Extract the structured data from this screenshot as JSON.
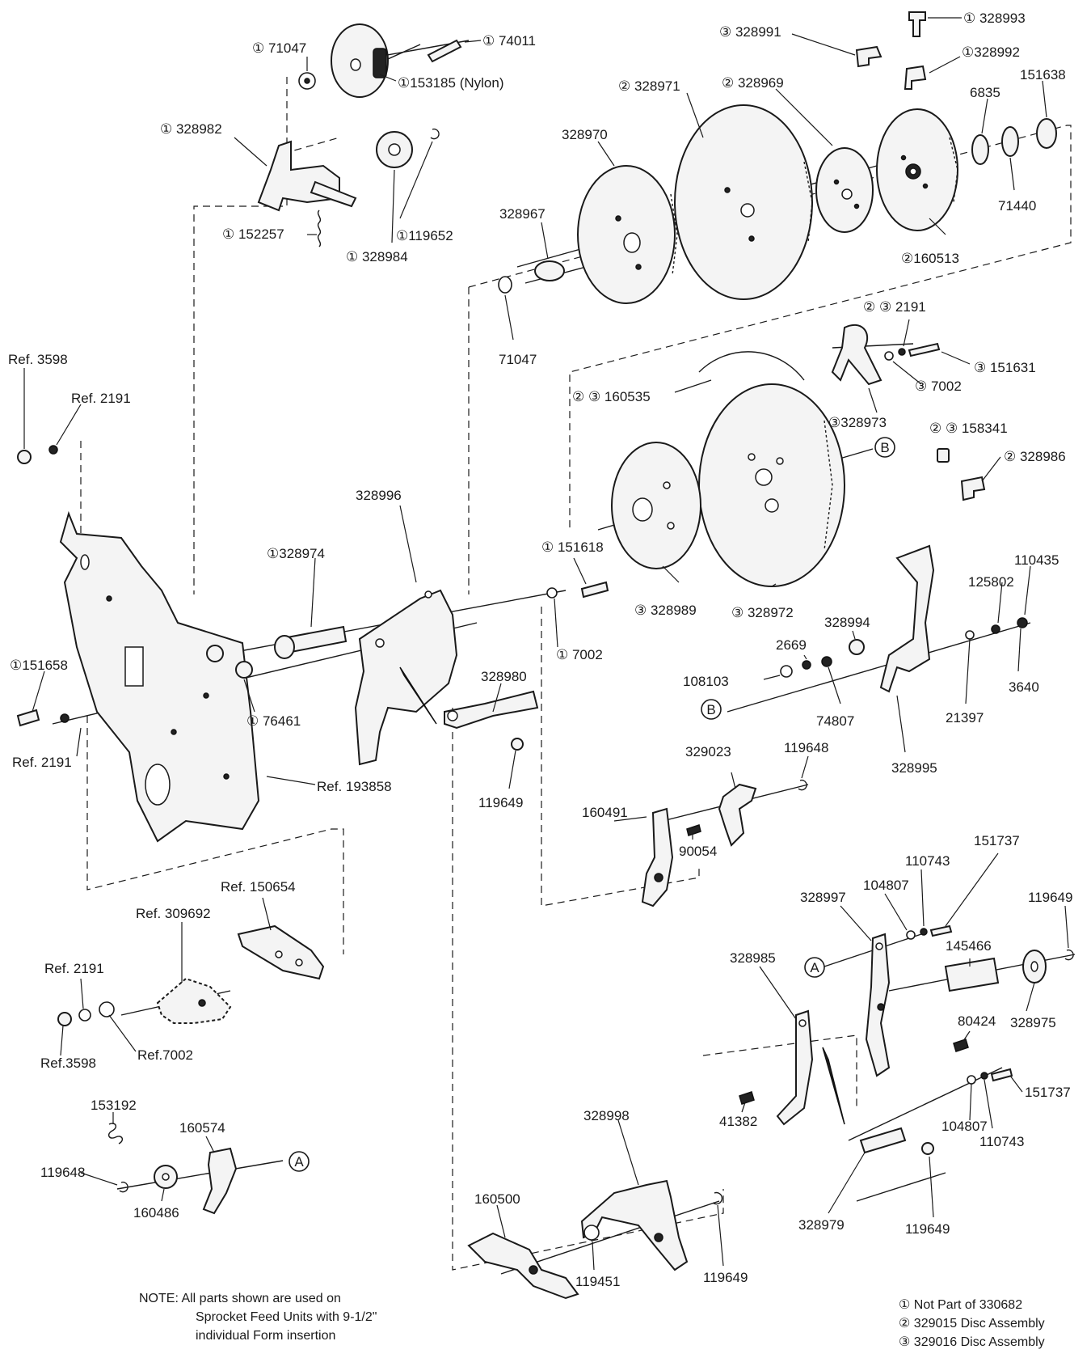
{
  "labels": {
    "l328993": "① 328993",
    "l328991": "③ 328991",
    "l328992": "①328992",
    "l71047a": "① 71047",
    "l74011": "① 74011",
    "l153185": "①153185 (Nylon)",
    "l151638": "151638",
    "l328971": "② 328971",
    "l328969": "② 328969",
    "l6835": "6835",
    "l328982": "① 328982",
    "l328970": "328970",
    "l71440": "71440",
    "l328967": "328967",
    "l152257": "① 152257",
    "l119652": "①119652",
    "l328984": "① 328984",
    "l160513": "②160513",
    "l2191top": "② ③ 2191",
    "l71047b": "71047",
    "l151631": "③ 151631",
    "lref3598": "Ref. 3598",
    "lref2191a": "Ref. 2191",
    "l160535": "② ③ 160535",
    "l7002a": "③ 7002",
    "l328973": "③328973",
    "l158341": "② ③ 158341",
    "l328986": "② 328986",
    "l328996": "328996",
    "l328974": "①328974",
    "l151618": "① 151618",
    "l110435": "110435",
    "l125802": "125802",
    "l328989": "③ 328989",
    "l328972": "③ 328972",
    "l328994": "328994",
    "l2669": "2669",
    "l108103": "108103",
    "l7002b": "① 7002",
    "l328980": "328980",
    "l3640": "3640",
    "l151658": "①151658",
    "l76461": "① 76461",
    "l74807": "74807",
    "l21397": "21397",
    "lref2191b": "Ref. 2191",
    "lref193858": "Ref. 193858",
    "l329023": "329023",
    "l119648a": "119648",
    "l328995": "328995",
    "l119649a": "119649",
    "l160491": "160491",
    "l90054": "90054",
    "l151737a": "151737",
    "l110743a": "110743",
    "lref150654": "Ref. 150654",
    "l104807a": "104807",
    "l119649b": "119649",
    "l328997": "328997",
    "lref309692": "Ref. 309692",
    "l145466": "145466",
    "l328985": "328985",
    "lref2191c": "Ref. 2191",
    "l80424": "80424",
    "l328975": "328975",
    "lref3598b": "Ref.3598",
    "lref7002": "Ref.7002",
    "l151737b": "151737",
    "l153192": "153192",
    "l160574": "160574",
    "l104807b": "104807",
    "l41382": "41382",
    "l110743b": "110743",
    "l119648b": "119648",
    "l160486": "160486",
    "l328998": "328998",
    "l160500": "160500",
    "l328979": "328979",
    "l119649c": "119649",
    "l119649d": "119649",
    "l119451": "119451"
  },
  "markers": {
    "a": "A",
    "b": "B"
  },
  "note": {
    "line1": "NOTE: All parts shown are used on",
    "line2": "Sprocket Feed Units with 9-1/2\"",
    "line3": "individual Form insertion"
  },
  "legend": {
    "item1": "① Not Part of 330682",
    "item2": "② 329015 Disc Assembly",
    "item3": "③ 329016 Disc Assembly"
  }
}
